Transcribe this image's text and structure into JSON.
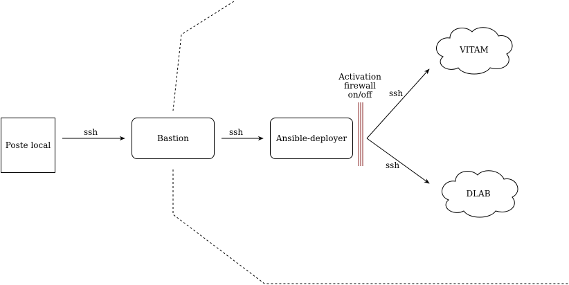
{
  "nodes": {
    "poste_local": "Poste local",
    "bastion": "Bastion",
    "ansible_deployer": "Ansible-deployer",
    "vitam": "VITAM",
    "dlab": "DLAB"
  },
  "edges": {
    "poste_to_bastion": "ssh",
    "bastion_to_ansible": "ssh",
    "to_vitam": "ssh",
    "to_dlab": "ssh"
  },
  "firewall": {
    "lines": [
      "Activation",
      "firewall",
      "on/off"
    ]
  },
  "colors": {
    "stroke": "#000000",
    "firewall": "#8b2a2a",
    "background": "#ffffff"
  }
}
